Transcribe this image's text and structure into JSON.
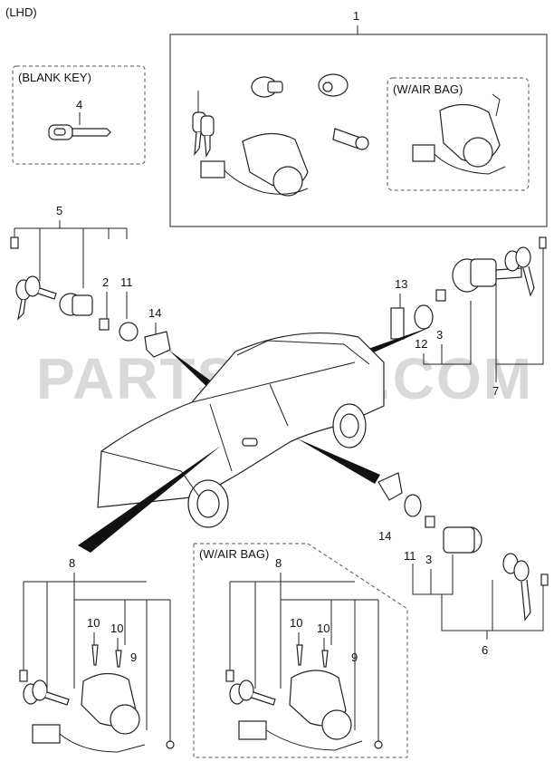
{
  "header": {
    "lhd_label": "(LHD)"
  },
  "groups": {
    "blank_key": "(BLANK KEY)",
    "air_bag_top": "(W/AIR BAG)",
    "air_bag_bottom": "(W/AIR BAG)"
  },
  "callouts": {
    "c1": "1",
    "c2": "2",
    "c3a": "3",
    "c3b": "3",
    "c4": "4",
    "c5": "5",
    "c6": "6",
    "c7": "7",
    "c8a": "8",
    "c8b": "8",
    "c9a": "9",
    "c9b": "9",
    "c10a": "10",
    "c10b": "10",
    "c10c": "10",
    "c10d": "10",
    "c11a": "11",
    "c11b": "11",
    "c12": "12",
    "c13": "13",
    "c14a": "14",
    "c14b": "14"
  },
  "watermark": "PARTSOUQ.COM",
  "icons": [
    "key-icon",
    "lock-cylinder-icon",
    "ignition-switch-icon",
    "car-icon"
  ]
}
